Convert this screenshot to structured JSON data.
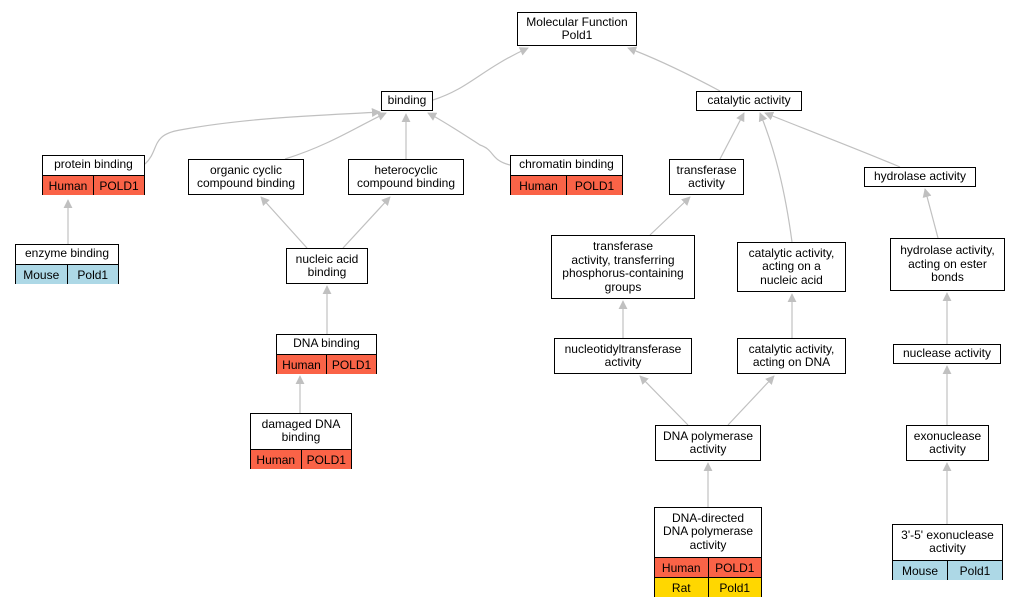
{
  "colors": {
    "Human": "#fa6347",
    "Mouse": "#add8e6",
    "Rat": "#ffd700",
    "edge": "#c0c0c0",
    "node_border": "#000000"
  },
  "nodes": {
    "root": {
      "label": "Molecular Function\nPold1"
    },
    "binding": {
      "label": "binding"
    },
    "catalytic": {
      "label": "catalytic activity"
    },
    "protein_binding": {
      "label": "protein binding",
      "annotations": [
        [
          "Human",
          "POLD1"
        ]
      ]
    },
    "enzyme_binding": {
      "label": "enzyme binding",
      "annotations": [
        [
          "Mouse",
          "Pold1"
        ]
      ]
    },
    "organic_cyclic": {
      "label": "organic cyclic\ncompound binding"
    },
    "heterocyclic": {
      "label": "heterocyclic\ncompound binding"
    },
    "chromatin_binding": {
      "label": "chromatin binding",
      "annotations": [
        [
          "Human",
          "POLD1"
        ]
      ]
    },
    "nucleic_acid_binding": {
      "label": "nucleic acid\nbinding"
    },
    "dna_binding": {
      "label": "DNA binding",
      "annotations": [
        [
          "Human",
          "POLD1"
        ]
      ]
    },
    "damaged_dna_binding": {
      "label": "damaged DNA\nbinding",
      "annotations": [
        [
          "Human",
          "POLD1"
        ]
      ]
    },
    "transferase": {
      "label": "transferase\nactivity"
    },
    "transferase_phosphorus": {
      "label": "transferase\nactivity, transferring\nphosphorus-containing\ngroups"
    },
    "nucleotidyltransferase": {
      "label": "nucleotidyltransferase\nactivity"
    },
    "catalytic_nucleic_acid": {
      "label": "catalytic activity,\nacting on a\nnucleic acid"
    },
    "catalytic_dna": {
      "label": "catalytic activity,\nacting on DNA"
    },
    "dna_polymerase": {
      "label": "DNA polymerase\nactivity"
    },
    "dna_directed_polymerase": {
      "label": "DNA-directed\nDNA polymerase\nactivity",
      "annotations": [
        [
          "Human",
          "POLD1"
        ],
        [
          "Rat",
          "Pold1"
        ]
      ]
    },
    "hydrolase": {
      "label": "hydrolase activity"
    },
    "hydrolase_ester": {
      "label": "hydrolase activity,\nacting on ester\nbonds"
    },
    "nuclease": {
      "label": "nuclease activity"
    },
    "exonuclease": {
      "label": "exonuclease\nactivity"
    },
    "exonuclease_35": {
      "label": "3'-5' exonuclease\nactivity",
      "annotations": [
        [
          "Mouse",
          "Pold1"
        ]
      ]
    }
  }
}
